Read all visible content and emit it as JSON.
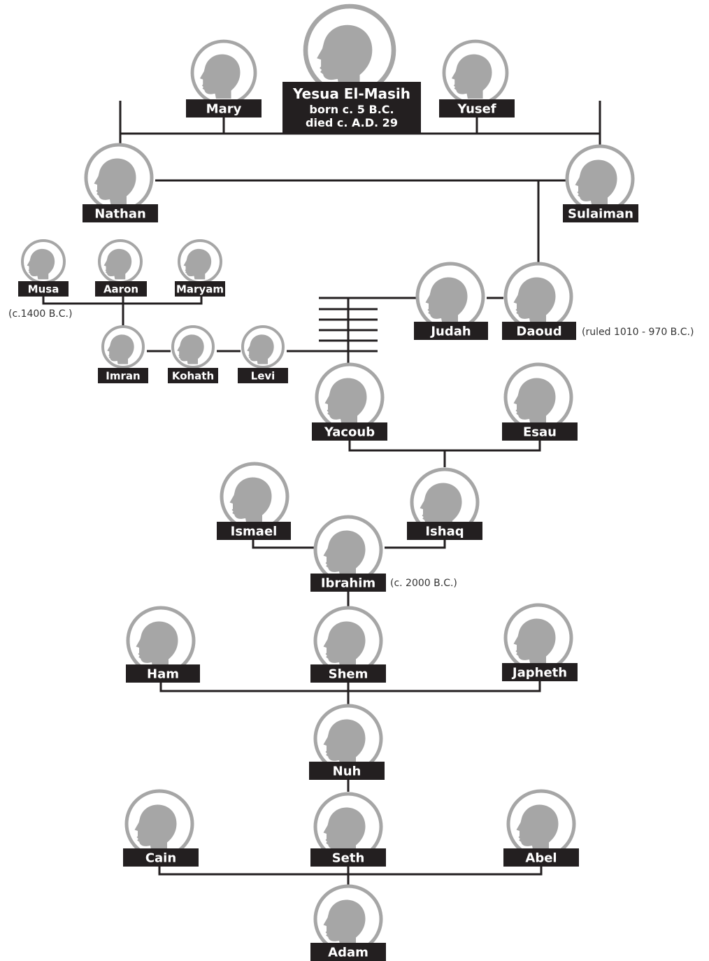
{
  "colors": {
    "ring": "#a6a6a6",
    "head": "#a6a6a6",
    "label_bg": "#231f20",
    "label_text": "#ffffff",
    "line": "#231f20",
    "note_text": "#333333"
  },
  "people": {
    "yesua": {
      "name": "Yesua El-Masih",
      "born": "born c. 5 B.C.",
      "died": "died c. A.D. 29"
    },
    "mary": {
      "name": "Mary"
    },
    "yusef": {
      "name": "Yusef"
    },
    "nathan": {
      "name": "Nathan"
    },
    "sulaiman": {
      "name": "Sulaiman"
    },
    "musa": {
      "name": "Musa",
      "note": "(c.1400 B.C.)"
    },
    "aaron": {
      "name": "Aaron"
    },
    "maryam": {
      "name": "Maryam"
    },
    "imran": {
      "name": "Imran"
    },
    "kohath": {
      "name": "Kohath"
    },
    "levi": {
      "name": "Levi"
    },
    "judah": {
      "name": "Judah"
    },
    "daoud": {
      "name": "Daoud",
      "note": "(ruled 1010 - 970 B.C.)"
    },
    "yacoub": {
      "name": "Yacoub"
    },
    "esau": {
      "name": "Esau"
    },
    "ismael": {
      "name": "Ismael"
    },
    "ishaq": {
      "name": "Ishaq"
    },
    "ibrahim": {
      "name": "Ibrahim",
      "note": "(c. 2000 B.C.)"
    },
    "ham": {
      "name": "Ham"
    },
    "shem": {
      "name": "Shem"
    },
    "japheth": {
      "name": "Japheth"
    },
    "nuh": {
      "name": "Nuh"
    },
    "cain": {
      "name": "Cain"
    },
    "seth": {
      "name": "Seth"
    },
    "abel": {
      "name": "Abel"
    },
    "adam": {
      "name": "Adam"
    }
  },
  "icons": {
    "portrait": "head-silhouette-icon"
  }
}
